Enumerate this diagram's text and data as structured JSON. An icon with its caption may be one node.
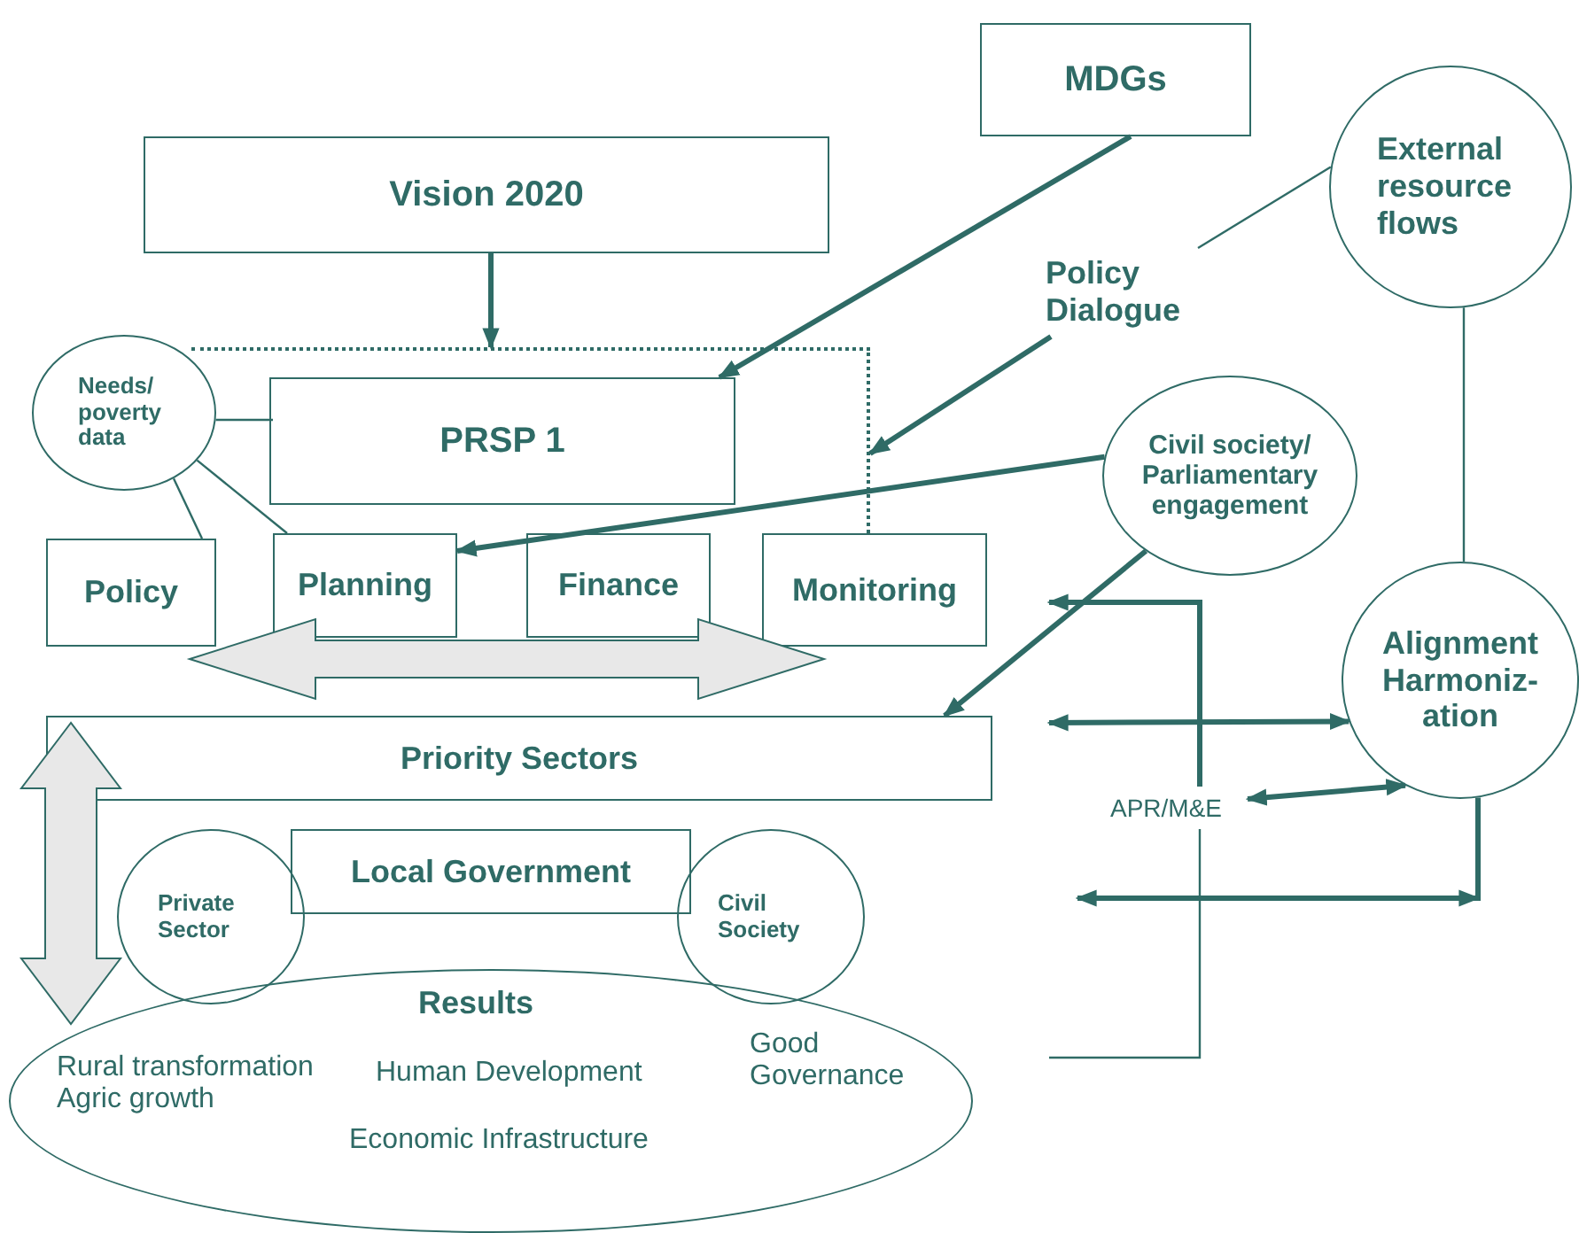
{
  "diagram": {
    "nodes": [
      {
        "text": [
          "MDGs"
        ]
      },
      {
        "text": [
          "Vision 2020"
        ]
      },
      {
        "text": [
          "Policy Dialogue"
        ]
      },
      {
        "text": [
          "External resource flows"
        ]
      },
      {
        "text": [
          "Needs/ poverty data"
        ]
      },
      {
        "text": [],
        "shape": "box"
      },
      {
        "text": [
          "PRSP 1"
        ],
        "in": 5
      },
      {
        "text": [
          "Civil society/ Parliamentary engagement"
        ]
      },
      {
        "text": [
          "Policy"
        ]
      },
      {
        "text": [
          "Planning"
        ]
      },
      {
        "text": [
          "Finance"
        ]
      },
      {
        "text": [
          "Monitoring"
        ]
      },
      {
        "text": [
          "Priority Sectors"
        ]
      },
      {
        "text": [
          "Alignment Harmoniz- ation"
        ]
      },
      {
        "text": [
          "APR/M&E"
        ]
      },
      {
        "text": [
          "Private Sector"
        ]
      },
      {
        "text": [
          "Local Government"
        ]
      },
      {
        "text": [
          "Civil Society"
        ]
      },
      {
        "text": [
          "Results",
          "Rural transformation Agric growth",
          "Human Development",
          "Good Governance",
          "Economic Infrastructure"
        ]
      }
    ],
    "edges": [
      {
        "from": 1,
        "to": 5,
        "arrow": "to"
      },
      {
        "from": 0,
        "to": 6,
        "arrow": "to"
      },
      {
        "from": 2,
        "to": 5,
        "arrow": "to"
      },
      {
        "from": 3,
        "to": 2,
        "arrow": "none"
      },
      {
        "from": 4,
        "to": 6,
        "arrow": "none"
      },
      {
        "from": 4,
        "to": 9,
        "arrow": "none"
      },
      {
        "from": 4,
        "to": 8,
        "arrow": "none"
      },
      {
        "from": 7,
        "to": 9,
        "arrow": "to"
      },
      {
        "from": 7,
        "to": 12,
        "arrow": "to"
      },
      {
        "from": 3,
        "to": 13,
        "arrow": "none"
      },
      {
        "from": 14,
        "to": null,
        "arrow": "to"
      },
      {
        "from": 14,
        "to": null,
        "arrow": "none"
      },
      {
        "from": null,
        "to": 13,
        "arrow": "both"
      },
      {
        "from": 14,
        "to": 13,
        "arrow": "both"
      },
      {
        "from": 13,
        "to": null,
        "arrow": "to"
      },
      {
        "from": 8,
        "to": 11,
        "arrow": "both",
        "style": "thick"
      },
      {
        "from": 12,
        "to": 18,
        "arrow": "both",
        "style": "thick"
      }
    ]
  }
}
